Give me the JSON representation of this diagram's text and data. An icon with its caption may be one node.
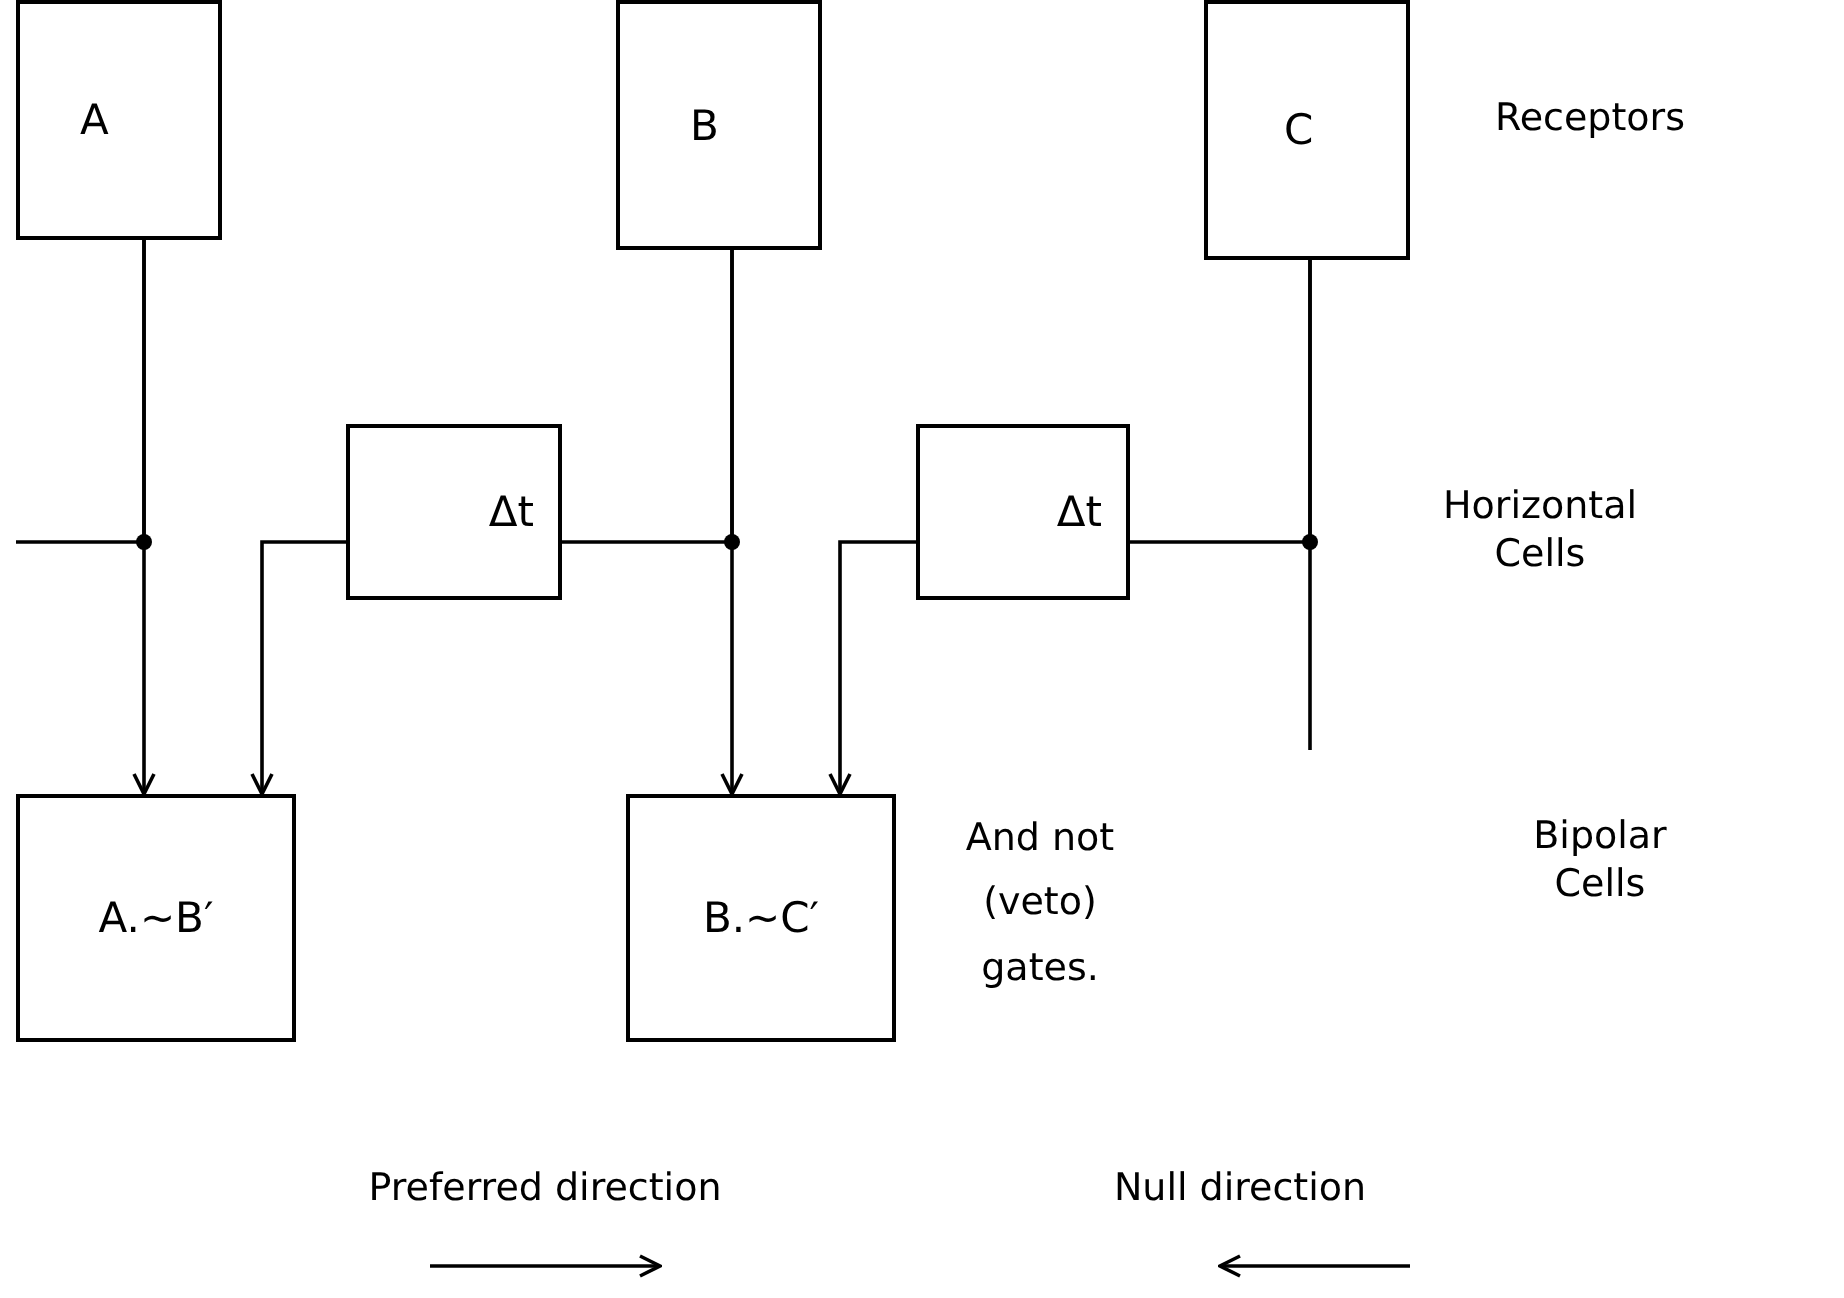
{
  "diagram": {
    "nodes": [
      {
        "text": [
          "A"
        ]
      },
      {
        "text": [
          "B"
        ]
      },
      {
        "text": [
          "C"
        ]
      },
      {
        "text": [
          "Δt"
        ]
      },
      {
        "text": [
          "Δt"
        ]
      },
      {
        "text": [
          "A.~B′"
        ]
      },
      {
        "text": [
          "B.~C′"
        ]
      }
    ],
    "edges": [
      {
        "from": 0,
        "to": 5,
        "arrow": "to"
      },
      {
        "from": 0,
        "to": null,
        "arrow": "none"
      },
      {
        "from": 3,
        "to": 5,
        "arrow": "to"
      },
      {
        "from": 1,
        "to": 3,
        "arrow": "none"
      },
      {
        "from": 1,
        "to": 6,
        "arrow": "to"
      },
      {
        "from": 4,
        "to": 6,
        "arrow": "to"
      },
      {
        "from": 2,
        "to": 4,
        "arrow": "none"
      },
      {
        "from": 2,
        "to": null,
        "arrow": "none"
      }
    ],
    "labels": [
      "Receptors",
      "Horizontal Cells",
      "And not (veto) gates.",
      "Bipolar Cells",
      "Preferred direction",
      "Null direction"
    ]
  }
}
